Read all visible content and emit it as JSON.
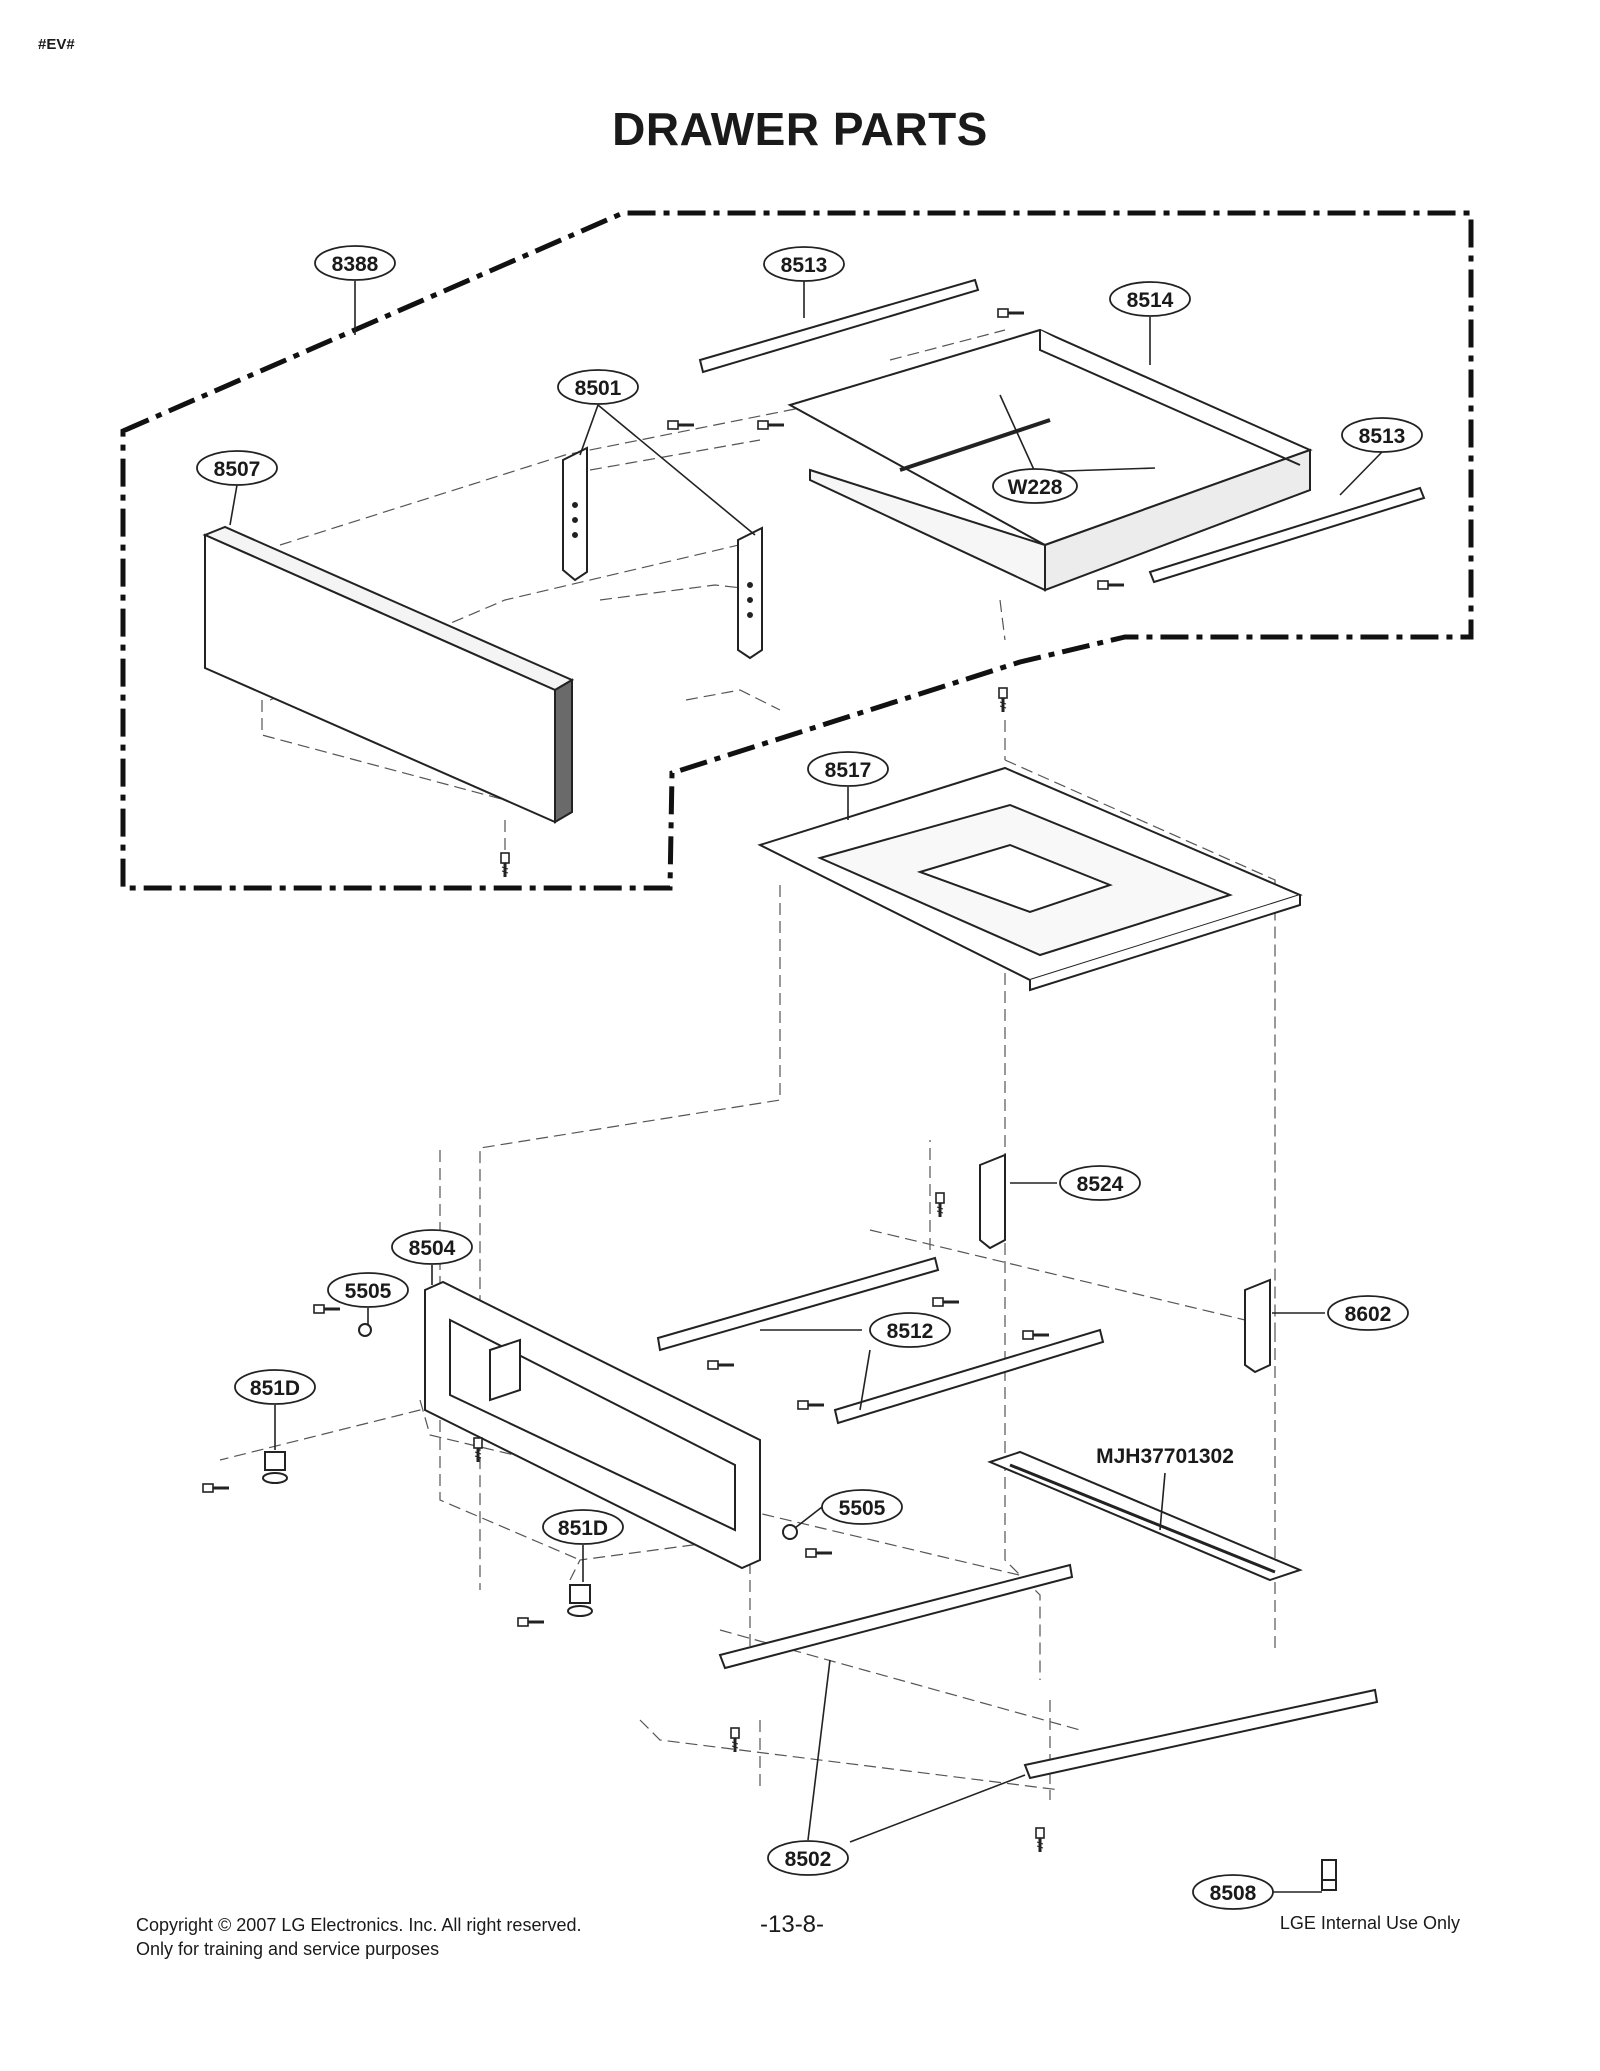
{
  "header": {
    "tag": "#EV#",
    "title": "DRAWER PARTS"
  },
  "callouts": {
    "p8388": "8388",
    "p8513a": "8513",
    "p8514": "8514",
    "p8501": "8501",
    "p8513b": "8513",
    "p8507": "8507",
    "pW228": "W228",
    "p8517": "8517",
    "p8524": "8524",
    "p8504": "8504",
    "p5505a": "5505",
    "p8602": "8602",
    "p8512": "8512",
    "p851Da": "851D",
    "pMJH": "MJH37701302",
    "p5505b": "5505",
    "p851Db": "851D",
    "p8502": "8502",
    "p8508": "8508"
  },
  "footer": {
    "copyright_line1": "Copyright © 2007 LG Electronics. Inc. All right reserved.",
    "copyright_line2": "Only for training and service purposes",
    "page_number": "-13-8-",
    "internal": "LGE Internal Use Only"
  }
}
